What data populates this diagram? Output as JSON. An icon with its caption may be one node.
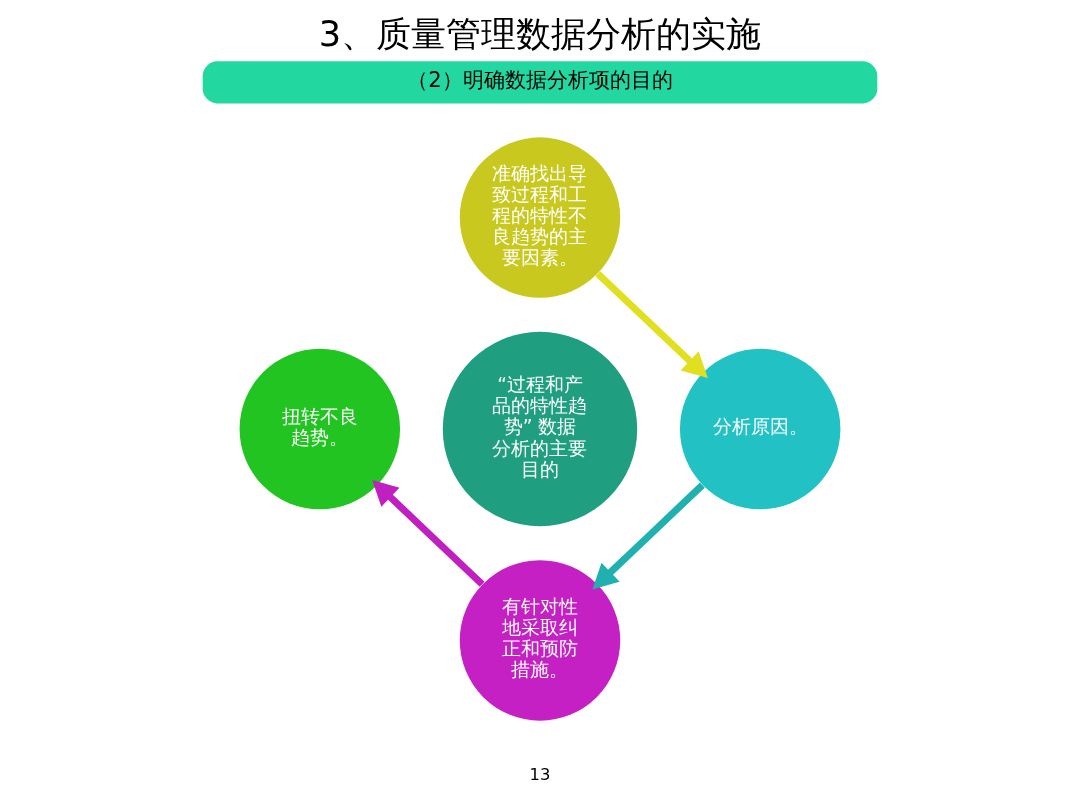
{
  "diagram": {
    "title": "3、质量管理数据分析的实施",
    "nodes": [
      {
        "text": [
          "准确找出导致过程和工程的特性不良趋势的主要因素。"
        ]
      },
      {
        "text": [
          "扭转不良趋势。"
        ]
      },
      {
        "text": [
          "“过程和产品的特性趋势” 数据分析的主要目的"
        ]
      },
      {
        "text": [
          "分析原因。"
        ]
      },
      {
        "text": [
          "有针对性地采取纠正和预防措施。"
        ]
      }
    ],
    "edges": [
      {
        "from": 0,
        "to": 3,
        "arrow": "to",
        "color": "#e0e020"
      },
      {
        "from": 3,
        "to": 4,
        "arrow": "to",
        "color": "#20b0b0"
      },
      {
        "from": 4,
        "to": 1,
        "arrow": "to",
        "color": "#c020c0"
      }
    ],
    "labels": [
      "（2）明确数据分析项的目的",
      "13"
    ]
  }
}
